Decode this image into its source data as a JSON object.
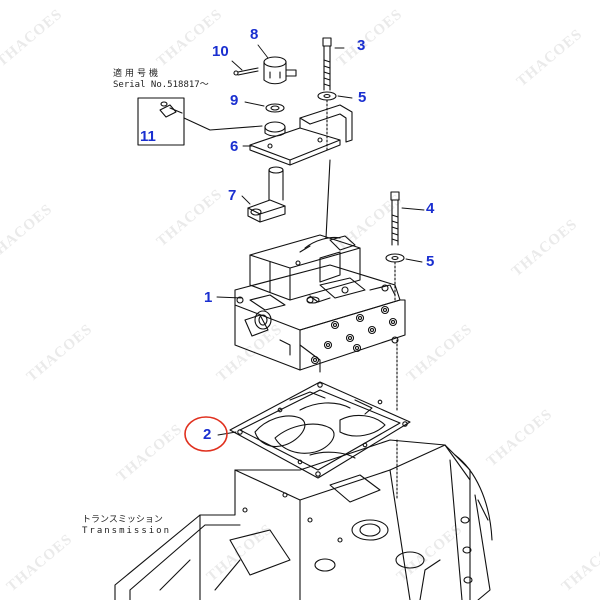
{
  "callouts": [
    {
      "id": "1",
      "label": "1"
    },
    {
      "id": "2",
      "label": "2"
    },
    {
      "id": "3",
      "label": "3"
    },
    {
      "id": "4",
      "label": "4"
    },
    {
      "id": "5a",
      "label": "5"
    },
    {
      "id": "5b",
      "label": "5"
    },
    {
      "id": "6",
      "label": "6"
    },
    {
      "id": "7",
      "label": "7"
    },
    {
      "id": "8",
      "label": "8"
    },
    {
      "id": "9",
      "label": "9"
    },
    {
      "id": "10",
      "label": "10"
    },
    {
      "id": "11",
      "label": "11"
    }
  ],
  "serial_note": {
    "line1": "適用号機",
    "line2": "Serial No.518817～"
  },
  "transmission_note": {
    "line1": "トランスミッション",
    "line2": "Transmission"
  },
  "watermark": {
    "text": "THACOES"
  },
  "colors": {
    "callout": "#1a2fd0",
    "highlight_circle": "#e0301e",
    "line": "#111111"
  }
}
